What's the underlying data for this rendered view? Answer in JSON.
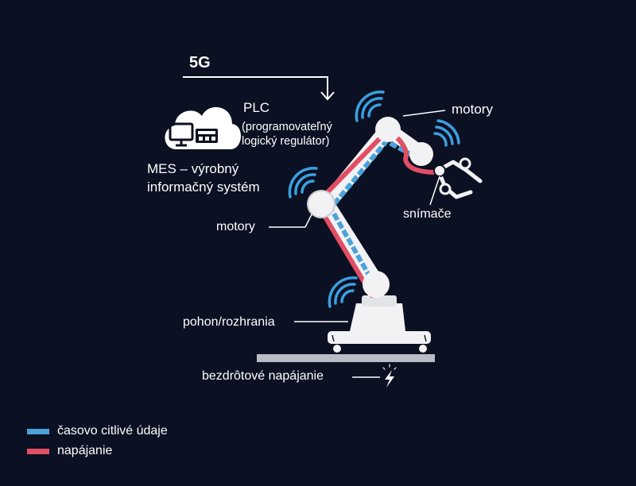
{
  "network": {
    "label": "5G"
  },
  "plc": {
    "title": "PLC",
    "subtitle_line1": "(programovateľný",
    "subtitle_line2": "logický regulátor)"
  },
  "mes": {
    "line1": "MES – výrobný",
    "line2": "informačný systém"
  },
  "labels": {
    "motors_top": "motory",
    "motors_left": "motory",
    "sensors": "snímače",
    "drive_interface": "pohon/rozhrania",
    "wireless_power": "bezdrôtové napájanie"
  },
  "legend": [
    {
      "label": "časovo citlivé údaje",
      "color": "#4ba3d9"
    },
    {
      "label": "napájanie",
      "color": "#e24e64"
    }
  ],
  "colors": {
    "background": "#0b1022",
    "signal_wave": "#3b9fe0",
    "data_line": "#4ba3d9",
    "power_line": "#e24e64",
    "robot": "#f2f2f4",
    "robot_shade": "#c9cbd2",
    "floor": "#b9bcc4"
  }
}
